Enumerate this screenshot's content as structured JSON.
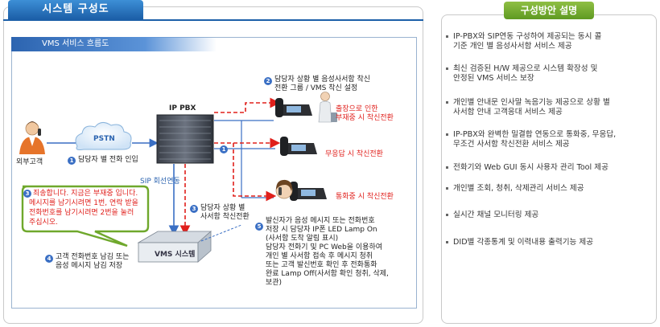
{
  "left_panel": {
    "title": "시스템 구성도",
    "inner_title": "VMS 서비스 흐름도"
  },
  "diagram": {
    "customer_label": "외부고객",
    "pstn_label": "PSTN",
    "ippbx_label": "IP PBX",
    "sip_label": "SIP 회선연동",
    "vms_label": "VMS 시스템",
    "steps": [
      {
        "num": "1",
        "text": "담당자 별 전화 인입"
      },
      {
        "num": "1",
        "text": ""
      },
      {
        "num": "2",
        "lines": [
          "담당자 상황 별 음성사서함 착신",
          "전환 그룹 / VMS 착신 설정"
        ]
      },
      {
        "num": "3",
        "lines": [
          "죄송합니다. 지금은 부재중 입니다.",
          "메시지를 남기시려면 1번, 연락 받을",
          "전화번호를 남기시려면 2번을 눌러",
          "주십시오."
        ]
      },
      {
        "num": "3",
        "lines": [
          "담당자 상황 별",
          "사서함 착신전환"
        ]
      },
      {
        "num": "4",
        "lines": [
          "고객 전화번호 남김 또는",
          "음성 메시지 남김 저장"
        ]
      },
      {
        "num": "5",
        "lines": [
          "발신자가 음성 메시지 또는 전화번호",
          "저장 시 담당자 IP폰 LED Lamp On",
          "(사서함 도착 알림 표시)",
          "담당자 전화기 및 PC Web을 이용하여",
          "개인 별 사서함 접속 후 메시지 청취",
          "또는 고객 발신번호 확인 후 전화통화",
          "완료 Lamp Off(사서함 확인 청취, 삭제,",
          "보관)"
        ]
      }
    ],
    "destinations": [
      {
        "lines": [
          "출장으로 인한",
          "부재중 시 착신전환"
        ]
      },
      {
        "lines": [
          "무응답 시 착신전환"
        ]
      },
      {
        "lines": [
          "통화중 시 착신전환"
        ]
      }
    ],
    "colors": {
      "red": "#e0201c",
      "blue": "#3a6fc4",
      "green": "#6fa82c"
    }
  },
  "right_panel": {
    "title": "구성방안 설명",
    "items": [
      {
        "lines": [
          "IP-PBX와 SIP연동 구성하여 제공되는 동시 콜",
          "기준 개인 별 음성사서함 서비스 제공"
        ]
      },
      {
        "lines": [
          "최신 검증된 H/W 제공으로 시스템 확장성 및",
          "안정된 VMS 서비스 보장"
        ]
      },
      {
        "lines": [
          "개인별 안내문 인사말 녹음기능 제공으로 상황 별",
          "사서함 안내 고객응대 서비스 제공"
        ]
      },
      {
        "lines": [
          "IP-PBX와 완벽한 밀결합 연동으로 통화중, 무응답,",
          "무조건 사서함 착신전환 서비스 제공"
        ]
      },
      {
        "lines": [
          "전화기와 Web GUI 동시 사용자 관리 Tool 제공"
        ]
      },
      {
        "lines": [
          "개인별 조회, 청취, 삭제관리 서비스 제공"
        ]
      },
      {
        "lines": [
          "실시간 채널 모니터링 제공"
        ]
      },
      {
        "lines": [
          "DID별 각종통계 및 이력내용 출력기능 제공"
        ]
      }
    ]
  }
}
